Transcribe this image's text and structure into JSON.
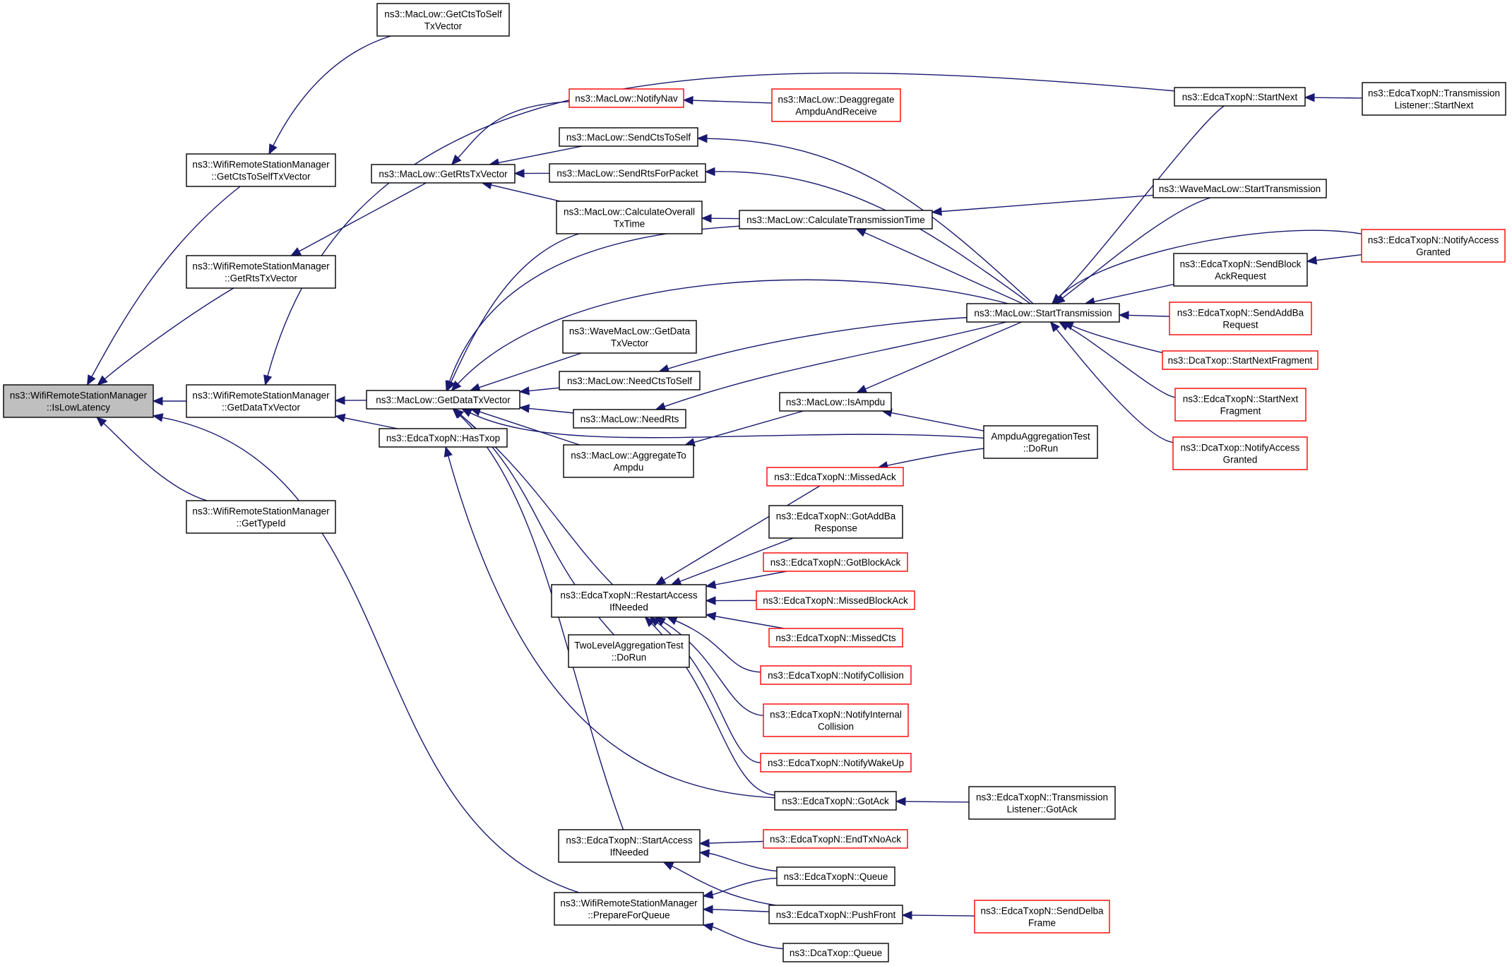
{
  "colors": {
    "edge": "#191970",
    "node_border": "#000000",
    "node_border_truncated": "#ff0000",
    "node_focus_fill": "#bfbfbf",
    "background": "#ffffff"
  },
  "nodes": [
    {
      "id": "isLowLatency",
      "lines": [
        "ns3::WifiRemoteStationManager",
        "::IsLowLatency"
      ],
      "style": "focus"
    },
    {
      "id": "getCtsToSelfTxVectorMgr",
      "lines": [
        "ns3::WifiRemoteStationManager",
        "::GetCtsToSelfTxVector"
      ],
      "style": "black"
    },
    {
      "id": "getRtsTxVectorMgr",
      "lines": [
        "ns3::WifiRemoteStationManager",
        "::GetRtsTxVector"
      ],
      "style": "black"
    },
    {
      "id": "getDataTxVectorMgr",
      "lines": [
        "ns3::WifiRemoteStationManager",
        "::GetDataTxVector"
      ],
      "style": "black"
    },
    {
      "id": "getTypeId",
      "lines": [
        "ns3::WifiRemoteStationManager",
        "::GetTypeId"
      ],
      "style": "black"
    },
    {
      "id": "macGetCtsToSelfTxVector",
      "lines": [
        "ns3::MacLow::GetCtsToSelf",
        "TxVector"
      ],
      "style": "black"
    },
    {
      "id": "macGetRtsTxVector",
      "lines": [
        "ns3::MacLow::GetRtsTxVector"
      ],
      "style": "black"
    },
    {
      "id": "macGetDataTxVector",
      "lines": [
        "ns3::MacLow::GetDataTxVector"
      ],
      "style": "black"
    },
    {
      "id": "hasTxop",
      "lines": [
        "ns3::EdcaTxopN::HasTxop"
      ],
      "style": "black"
    },
    {
      "id": "prepareForQueue",
      "lines": [
        "ns3::WifiRemoteStationManager",
        "::PrepareForQueue"
      ],
      "style": "black"
    },
    {
      "id": "notifyNav",
      "lines": [
        "ns3::MacLow::NotifyNav"
      ],
      "style": "red"
    },
    {
      "id": "deaggregate",
      "lines": [
        "ns3::MacLow::Deaggregate",
        "AmpduAndReceive"
      ],
      "style": "red"
    },
    {
      "id": "sendCtsToSelf",
      "lines": [
        "ns3::MacLow::SendCtsToSelf"
      ],
      "style": "black"
    },
    {
      "id": "sendRtsForPacket",
      "lines": [
        "ns3::MacLow::SendRtsForPacket"
      ],
      "style": "black"
    },
    {
      "id": "calcOverallTxTime",
      "lines": [
        "ns3::MacLow::CalculateOverall",
        "TxTime"
      ],
      "style": "black"
    },
    {
      "id": "calcTransmissionTime",
      "lines": [
        "ns3::MacLow::CalculateTransmissionTime"
      ],
      "style": "black"
    },
    {
      "id": "waveGetDataTxVector",
      "lines": [
        "ns3::WaveMacLow::GetData",
        "TxVector"
      ],
      "style": "black"
    },
    {
      "id": "needCtsToSelf",
      "lines": [
        "ns3::MacLow::NeedCtsToSelf"
      ],
      "style": "black"
    },
    {
      "id": "needRts",
      "lines": [
        "ns3::MacLow::NeedRts"
      ],
      "style": "black"
    },
    {
      "id": "aggregateToAmpdu",
      "lines": [
        "ns3::MacLow::AggregateTo",
        "Ampdu"
      ],
      "style": "black"
    },
    {
      "id": "isAmpdu",
      "lines": [
        "ns3::MacLow::IsAmpdu"
      ],
      "style": "black"
    },
    {
      "id": "startNext",
      "lines": [
        "ns3::EdcaTxopN::StartNext"
      ],
      "style": "black"
    },
    {
      "id": "tlStartNext",
      "lines": [
        "ns3::EdcaTxopN::Transmission",
        "Listener::StartNext"
      ],
      "style": "black"
    },
    {
      "id": "waveStartTransmission",
      "lines": [
        "ns3::WaveMacLow::StartTransmission"
      ],
      "style": "black"
    },
    {
      "id": "startTransmission",
      "lines": [
        "ns3::MacLow::StartTransmission"
      ],
      "style": "black"
    },
    {
      "id": "notifyAccessGrantedEdca",
      "lines": [
        "ns3::EdcaTxopN::NotifyAccess",
        "Granted"
      ],
      "style": "red"
    },
    {
      "id": "sendBlockAckRequest",
      "lines": [
        "ns3::EdcaTxopN::SendBlock",
        "AckRequest"
      ],
      "style": "black"
    },
    {
      "id": "sendAddBaRequest",
      "lines": [
        "ns3::EdcaTxopN::SendAddBa",
        "Request"
      ],
      "style": "red"
    },
    {
      "id": "dcaStartNextFragment",
      "lines": [
        "ns3::DcaTxop::StartNextFragment"
      ],
      "style": "red"
    },
    {
      "id": "edcaStartNextFragment",
      "lines": [
        "ns3::EdcaTxopN::StartNext",
        "Fragment"
      ],
      "style": "red"
    },
    {
      "id": "dcaNotifyAccessGranted",
      "lines": [
        "ns3::DcaTxop::NotifyAccess",
        "Granted"
      ],
      "style": "red"
    },
    {
      "id": "ampduAggregationTest",
      "lines": [
        "AmpduAggregationTest",
        "::DoRun"
      ],
      "style": "black"
    },
    {
      "id": "missedAck",
      "lines": [
        "ns3::EdcaTxopN::MissedAck"
      ],
      "style": "red"
    },
    {
      "id": "gotAddBaResponse",
      "lines": [
        "ns3::EdcaTxopN::GotAddBa",
        "Response"
      ],
      "style": "black"
    },
    {
      "id": "gotBlockAck",
      "lines": [
        "ns3::EdcaTxopN::GotBlockAck"
      ],
      "style": "red"
    },
    {
      "id": "missedBlockAck",
      "lines": [
        "ns3::EdcaTxopN::MissedBlockAck"
      ],
      "style": "red"
    },
    {
      "id": "missedCts",
      "lines": [
        "ns3::EdcaTxopN::MissedCts"
      ],
      "style": "red"
    },
    {
      "id": "notifyCollision",
      "lines": [
        "ns3::EdcaTxopN::NotifyCollision"
      ],
      "style": "red"
    },
    {
      "id": "notifyInternalCollision",
      "lines": [
        "ns3::EdcaTxopN::NotifyInternal",
        "Collision"
      ],
      "style": "red"
    },
    {
      "id": "notifyWakeUp",
      "lines": [
        "ns3::EdcaTxopN::NotifyWakeUp"
      ],
      "style": "red"
    },
    {
      "id": "restartAccessIfNeeded",
      "lines": [
        "ns3::EdcaTxopN::RestartAccess",
        "IfNeeded"
      ],
      "style": "black"
    },
    {
      "id": "twoLevelAggregationTest",
      "lines": [
        "TwoLevelAggregationTest",
        "::DoRun"
      ],
      "style": "black"
    },
    {
      "id": "gotAck",
      "lines": [
        "ns3::EdcaTxopN::GotAck"
      ],
      "style": "black"
    },
    {
      "id": "tlGotAck",
      "lines": [
        "ns3::EdcaTxopN::Transmission",
        "Listener::GotAck"
      ],
      "style": "black"
    },
    {
      "id": "startAccessIfNeeded",
      "lines": [
        "ns3::EdcaTxopN::StartAccess",
        "IfNeeded"
      ],
      "style": "black"
    },
    {
      "id": "endTxNoAck",
      "lines": [
        "ns3::EdcaTxopN::EndTxNoAck"
      ],
      "style": "red"
    },
    {
      "id": "edcaQueue",
      "lines": [
        "ns3::EdcaTxopN::Queue"
      ],
      "style": "black"
    },
    {
      "id": "pushFront",
      "lines": [
        "ns3::EdcaTxopN::PushFront"
      ],
      "style": "black"
    },
    {
      "id": "sendDelbaFrame",
      "lines": [
        "ns3::EdcaTxopN::SendDelba",
        "Frame"
      ],
      "style": "red"
    },
    {
      "id": "dcaQueue",
      "lines": [
        "ns3::DcaTxop::Queue"
      ],
      "style": "black"
    }
  ],
  "edges": [
    [
      "getCtsToSelfTxVectorMgr",
      "isLowLatency"
    ],
    [
      "getRtsTxVectorMgr",
      "isLowLatency"
    ],
    [
      "getDataTxVectorMgr",
      "isLowLatency"
    ],
    [
      "getTypeId",
      "isLowLatency"
    ],
    [
      "prepareForQueue",
      "isLowLatency"
    ],
    [
      "macGetCtsToSelfTxVector",
      "getCtsToSelfTxVectorMgr"
    ],
    [
      "macGetRtsTxVector",
      "getRtsTxVectorMgr"
    ],
    [
      "macGetDataTxVector",
      "getDataTxVectorMgr"
    ],
    [
      "hasTxop",
      "getDataTxVectorMgr"
    ],
    [
      "startNext",
      "getDataTxVectorMgr"
    ],
    [
      "notifyNav",
      "macGetRtsTxVector"
    ],
    [
      "sendCtsToSelf",
      "macGetRtsTxVector"
    ],
    [
      "sendRtsForPacket",
      "macGetRtsTxVector"
    ],
    [
      "calcOverallTxTime",
      "macGetRtsTxVector"
    ],
    [
      "deaggregate",
      "notifyNav"
    ],
    [
      "startTransmission",
      "sendCtsToSelf"
    ],
    [
      "startTransmission",
      "sendRtsForPacket"
    ],
    [
      "calcTransmissionTime",
      "calcOverallTxTime"
    ],
    [
      "waveStartTransmission",
      "calcTransmissionTime"
    ],
    [
      "startTransmission",
      "calcTransmissionTime"
    ],
    [
      "calcOverallTxTime",
      "macGetDataTxVector"
    ],
    [
      "calcTransmissionTime",
      "macGetDataTxVector"
    ],
    [
      "startTransmission",
      "macGetDataTxVector"
    ],
    [
      "waveGetDataTxVector",
      "macGetDataTxVector"
    ],
    [
      "needCtsToSelf",
      "macGetDataTxVector"
    ],
    [
      "needRts",
      "macGetDataTxVector"
    ],
    [
      "aggregateToAmpdu",
      "macGetDataTxVector"
    ],
    [
      "ampduAggregationTest",
      "macGetDataTxVector"
    ],
    [
      "restartAccessIfNeeded",
      "macGetDataTxVector"
    ],
    [
      "twoLevelAggregationTest",
      "macGetDataTxVector"
    ],
    [
      "startAccessIfNeeded",
      "macGetDataTxVector"
    ],
    [
      "gotAck",
      "hasTxop"
    ],
    [
      "startTransmission",
      "needCtsToSelf"
    ],
    [
      "startTransmission",
      "needRts"
    ],
    [
      "isAmpdu",
      "aggregateToAmpdu"
    ],
    [
      "startTransmission",
      "isAmpdu"
    ],
    [
      "ampduAggregationTest",
      "isAmpdu"
    ],
    [
      "missedAck",
      "restartAccessIfNeeded"
    ],
    [
      "gotAddBaResponse",
      "restartAccessIfNeeded"
    ],
    [
      "gotBlockAck",
      "restartAccessIfNeeded"
    ],
    [
      "missedBlockAck",
      "restartAccessIfNeeded"
    ],
    [
      "missedCts",
      "restartAccessIfNeeded"
    ],
    [
      "notifyCollision",
      "restartAccessIfNeeded"
    ],
    [
      "notifyInternalCollision",
      "restartAccessIfNeeded"
    ],
    [
      "notifyWakeUp",
      "restartAccessIfNeeded"
    ],
    [
      "gotAck",
      "restartAccessIfNeeded"
    ],
    [
      "ampduAggregationTest",
      "missedAck"
    ],
    [
      "tlStartNext",
      "startNext"
    ],
    [
      "startNext",
      "startTransmission"
    ],
    [
      "waveStartTransmission",
      "startTransmission"
    ],
    [
      "notifyAccessGrantedEdca",
      "startTransmission"
    ],
    [
      "sendBlockAckRequest",
      "startTransmission"
    ],
    [
      "sendAddBaRequest",
      "startTransmission"
    ],
    [
      "dcaStartNextFragment",
      "startTransmission"
    ],
    [
      "edcaStartNextFragment",
      "startTransmission"
    ],
    [
      "dcaNotifyAccessGranted",
      "startTransmission"
    ],
    [
      "notifyAccessGrantedEdca",
      "sendBlockAckRequest"
    ],
    [
      "tlGotAck",
      "gotAck"
    ],
    [
      "endTxNoAck",
      "startAccessIfNeeded"
    ],
    [
      "edcaQueue",
      "startAccessIfNeeded"
    ],
    [
      "pushFront",
      "startAccessIfNeeded"
    ],
    [
      "edcaQueue",
      "prepareForQueue"
    ],
    [
      "pushFront",
      "prepareForQueue"
    ],
    [
      "dcaQueue",
      "prepareForQueue"
    ],
    [
      "sendDelbaFrame",
      "pushFront"
    ]
  ]
}
